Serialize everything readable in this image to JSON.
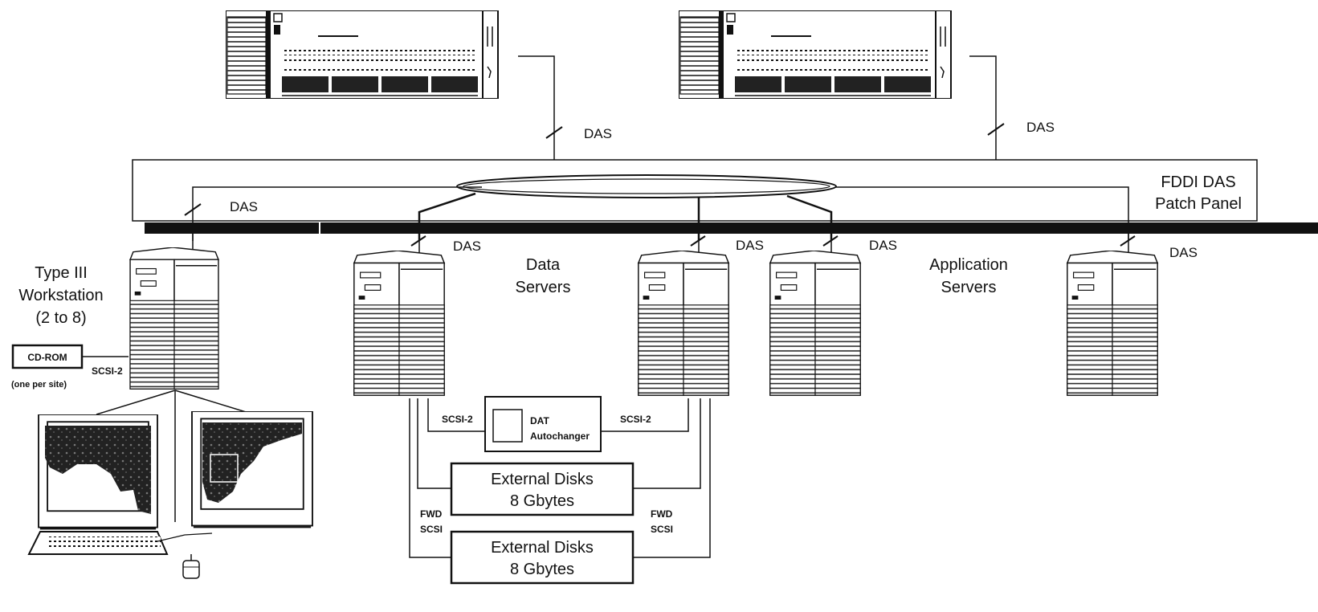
{
  "labels": {
    "das": "DAS",
    "patch_panel_line1": "FDDI DAS",
    "patch_panel_line2": "Patch Panel",
    "type3_line1": "Type III",
    "type3_line2": "Workstation",
    "type3_line3": "(2 to 8)",
    "cdrom": "CD-ROM",
    "cdrom_note": "(one per site)",
    "scsi2": "SCSI-2",
    "data_servers_line1": "Data",
    "data_servers_line2": "Servers",
    "app_servers_line1": "Application",
    "app_servers_line2": "Servers",
    "dat_line1": "DAT",
    "dat_line2": "Autochanger",
    "ext_disks_line1": "External Disks",
    "ext_disks_line2": "8 Gbytes",
    "fwd": "FWD",
    "scsi": "SCSI"
  },
  "colors": {
    "ink": "#111111",
    "backbone": "#111111",
    "background": "#ffffff"
  }
}
